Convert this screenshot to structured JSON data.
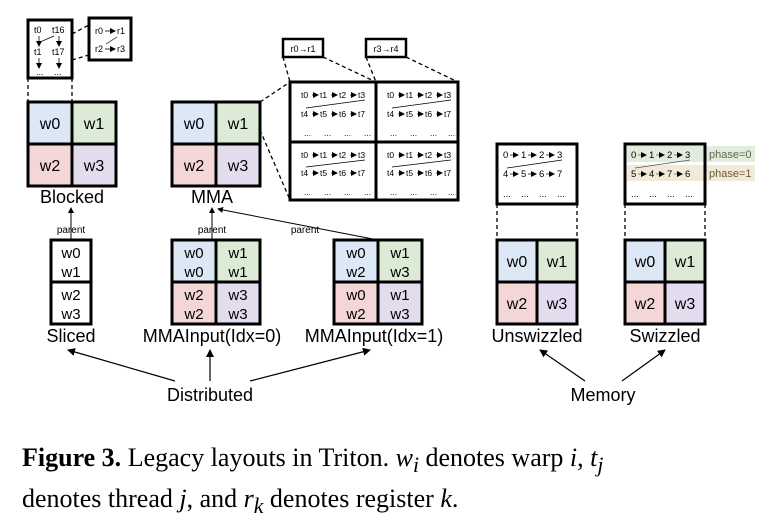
{
  "colors": {
    "blue": "#dde8f7",
    "green": "#dcebd5",
    "red": "#f4d6d6",
    "purple": "#e2dcee",
    "phase0_fill": "#e2ecdd",
    "phase1_fill": "#f2ead8"
  },
  "blocked": {
    "label": "Blocked",
    "cells": [
      "w0",
      "w1",
      "w2",
      "w3"
    ],
    "thread_zoom": {
      "t0": "t0",
      "t16": "t16",
      "t1": "t1",
      "t17": "t17",
      "dots": "..."
    },
    "register_zoom": {
      "r0": "r0",
      "r1": "r1",
      "r2": "r2",
      "r3": "r3"
    }
  },
  "mma": {
    "label": "MMA",
    "cells": [
      "w0",
      "w1",
      "w2",
      "w3"
    ],
    "reg_tag_left": "r0→r1",
    "reg_tag_right": "r3→r4",
    "thread_row1": [
      "t0",
      "t1",
      "t2",
      "t3"
    ],
    "thread_row2": [
      "t4",
      "t5",
      "t6",
      "t7"
    ],
    "dots": "..."
  },
  "sliced": {
    "label": "Sliced",
    "cells": [
      "w0",
      "w1",
      "w2",
      "w3"
    ]
  },
  "mma_input0": {
    "label": "MMAInput(Idx=0)",
    "cells": [
      "w0",
      "w1",
      "w0",
      "w1",
      "w2",
      "w3",
      "w2",
      "w3"
    ]
  },
  "mma_input1": {
    "label": "MMAInput(Idx=1)",
    "cells": [
      "w0",
      "w2",
      "w1",
      "w3",
      "w0",
      "w2",
      "w1",
      "w3"
    ]
  },
  "parent_labels": [
    "parent",
    "parent",
    "parent"
  ],
  "distributed": {
    "label": "Distributed"
  },
  "memory": {
    "label": "Memory"
  },
  "unswizzled": {
    "label": "Unswizzled",
    "cells": [
      "w0",
      "w1",
      "w2",
      "w3"
    ],
    "row1": [
      "0",
      "1",
      "2",
      "3"
    ],
    "row2": [
      "4",
      "5",
      "6",
      "7"
    ],
    "dots": "..."
  },
  "swizzled": {
    "label": "Swizzled",
    "cells": [
      "w0",
      "w1",
      "w2",
      "w3"
    ],
    "row1": [
      "0",
      "1",
      "2",
      "3"
    ],
    "row2": [
      "5",
      "4",
      "7",
      "6"
    ],
    "dots": "...",
    "phase0": "phase=0",
    "phase1": "phase=1"
  },
  "caption": {
    "fig": "Figure 3.",
    "part1": " Legacy layouts in Triton. ",
    "w": "w",
    "w_sub": "i",
    "part2": " denotes warp ",
    "i": "i",
    "part3": ", ",
    "t": "t",
    "t_sub": "j",
    "part4": " denotes thread ",
    "j": "j",
    "part5": ", and ",
    "r": "r",
    "r_sub": "k",
    "part6": " denotes register ",
    "k": "k",
    "part7": "."
  }
}
